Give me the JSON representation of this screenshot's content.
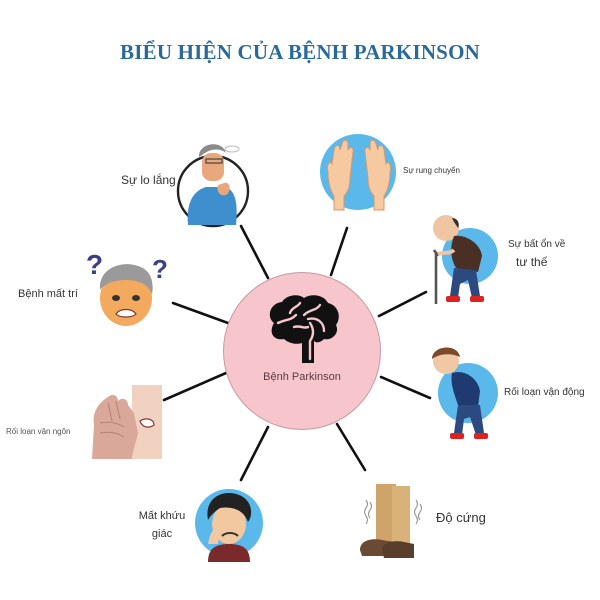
{
  "title": "BIỂU HIỆN CỦA BỆNH PARKINSON",
  "center": {
    "label": "Bệnh Parkinson",
    "icon": "brain-icon",
    "fill": "#f6c6cc"
  },
  "symptoms": [
    {
      "id": "anxiety",
      "label": "Sự lo lắng",
      "icon": "worried-man-icon"
    },
    {
      "id": "tremor",
      "label": "Sự rung chuyển",
      "icon": "shaking-hands-icon"
    },
    {
      "id": "posture",
      "label_line1": "Sự bất ổn về",
      "label_line2": "tư thế",
      "icon": "elderly-man-cane-icon"
    },
    {
      "id": "movement",
      "label": "Rối loạn vận động",
      "icon": "bent-over-man-icon"
    },
    {
      "id": "rigidity",
      "label": "Độ cứng",
      "icon": "shaking-legs-icon"
    },
    {
      "id": "smell",
      "label_line1": "Mất khứu",
      "label_line2": "giác",
      "icon": "crying-man-icon"
    },
    {
      "id": "speech",
      "label": "Rối loạn vận ngôn",
      "icon": "mouth-hand-icon"
    },
    {
      "id": "dementia",
      "label": "Bệnh mất trí",
      "icon": "confused-elder-icon"
    }
  ],
  "colors": {
    "title": "#2a6a9a",
    "accent_blue": "#5ab8ea",
    "spoke": "#111111"
  }
}
